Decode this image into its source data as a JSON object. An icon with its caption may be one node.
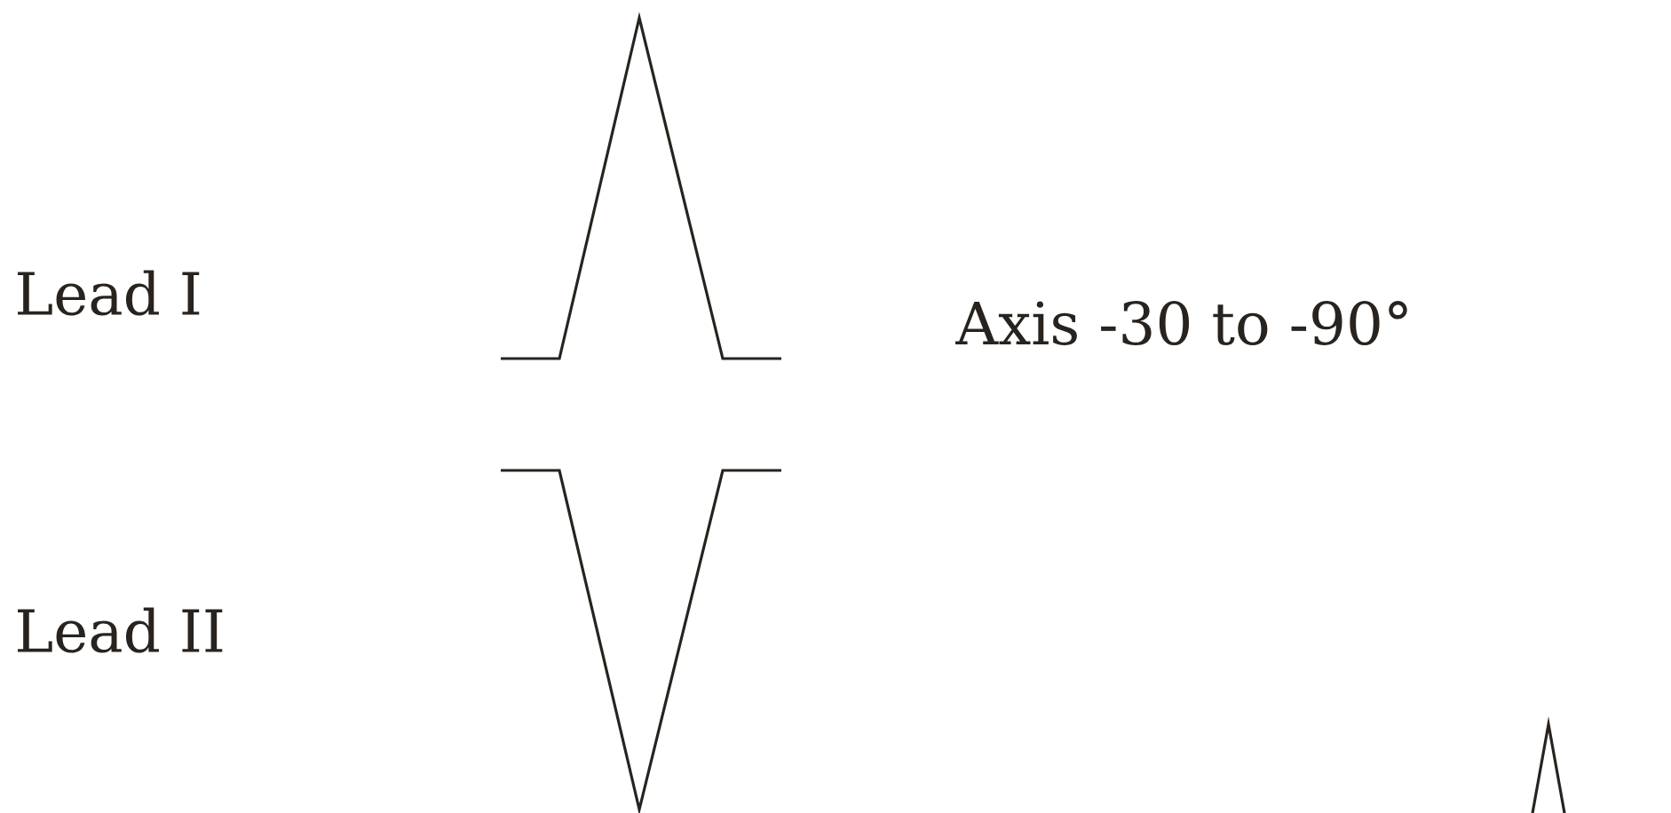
{
  "diagram": {
    "labels": [
      "Lead I",
      "Lead II",
      "Axis -30 to -90°"
    ]
  }
}
